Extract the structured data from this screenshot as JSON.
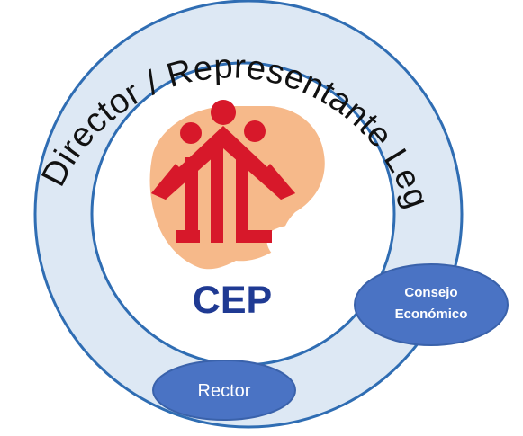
{
  "diagram": {
    "outer_ring_text": "Director / Representante Legal",
    "center_label": "CEP",
    "nodes": {
      "consejo_line1": "Consejo",
      "consejo_line2": "Económico",
      "rector": "Rector"
    }
  },
  "colors": {
    "outer_circle_fill": "#dde8f4",
    "circle_stroke": "#2f6db3",
    "inner_circle_fill": "#ffffff",
    "pill_fill": "#4a73c4",
    "pill_stroke": "#3a62ab",
    "logo_red": "#d7182a",
    "logo_peach": "#f6b98a",
    "cep_text": "#1f3a93"
  },
  "logo": {
    "name": "cep-logo",
    "description_icon": "people-figures-logo"
  }
}
